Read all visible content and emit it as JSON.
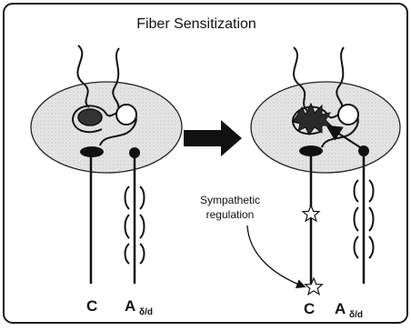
{
  "title": "Fiber Sensitization",
  "annotation": {
    "line1": "Sympathetic",
    "line2": "regulation"
  },
  "left_panel": {
    "fiber_c_label": "C",
    "fiber_a_label": "A",
    "fiber_a_subscript": "δ/d"
  },
  "right_panel": {
    "fiber_c_label": "C",
    "fiber_a_label": "A",
    "fiber_a_subscript": "δ/d"
  },
  "colors": {
    "background": "#ffffff",
    "ink": "#111111",
    "spinal_cord_fill": "#e2e2e2",
    "frame": "#1a1a1a"
  }
}
